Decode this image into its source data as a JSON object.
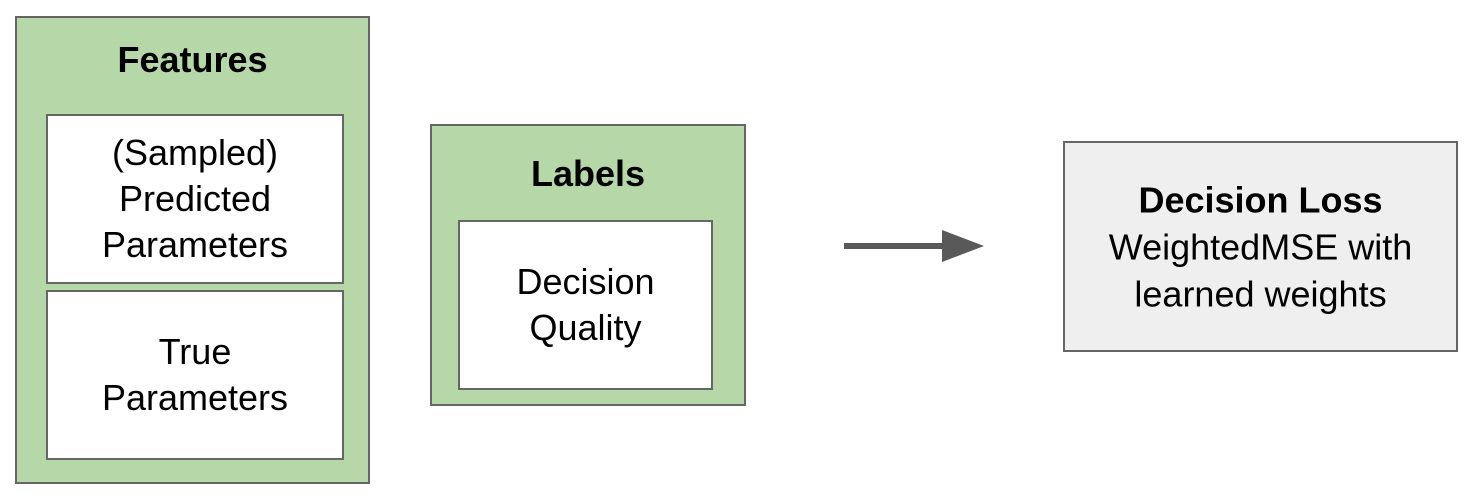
{
  "features": {
    "title": "Features",
    "predicted": "(Sampled)\nPredicted\nParameters",
    "true": "True\nParameters"
  },
  "labels": {
    "title": "Labels",
    "quality": "Decision\nQuality"
  },
  "loss": {
    "title": "Decision Loss",
    "body": "WeightedMSE with\nlearned weights"
  },
  "colors": {
    "group_fill": "#b6d7a8",
    "loss_fill": "#efefef",
    "border": "#666666",
    "arrow": "#595959"
  }
}
